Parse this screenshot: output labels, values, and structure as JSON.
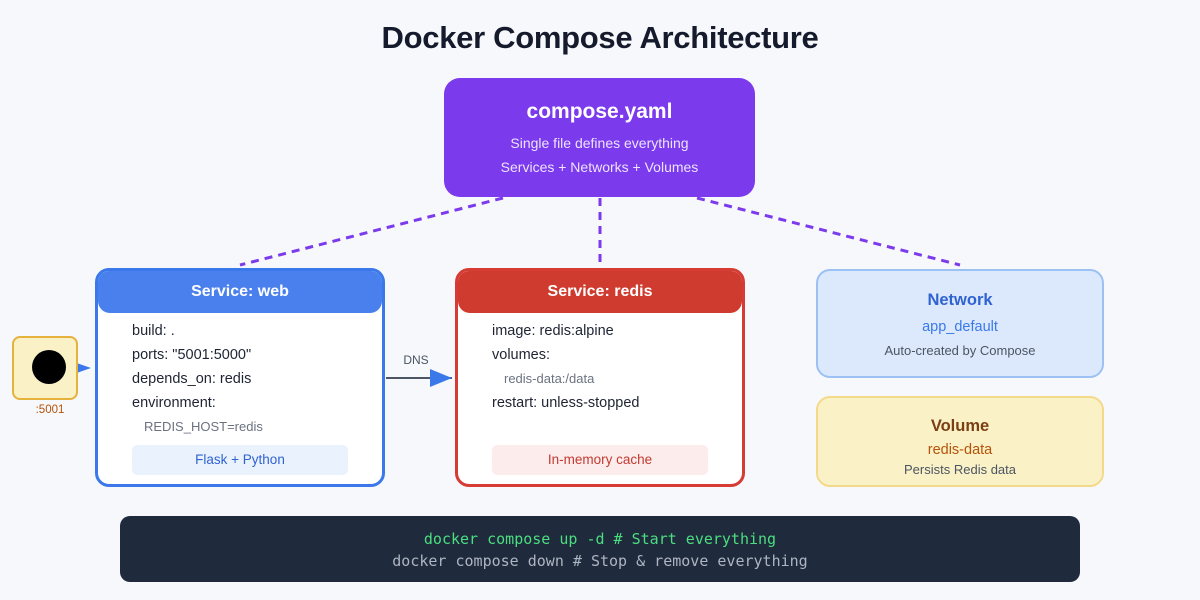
{
  "title": "Docker Compose Architecture",
  "compose": {
    "name": "compose.yaml",
    "line1": "Single file defines everything",
    "line2": "Services + Networks + Volumes"
  },
  "services": {
    "web": {
      "header": "Service: web",
      "lines": [
        "build: .",
        "ports: \"5001:5000\"",
        "depends_on: redis",
        "environment:"
      ],
      "env": "REDIS_HOST=redis",
      "tag": "Flask + Python"
    },
    "redis": {
      "header": "Service: redis",
      "lines": [
        "image: redis:alpine",
        "volumes:"
      ],
      "volume_mount": "redis-data:/data",
      "restart": "restart: unless-stopped",
      "tag": "In-memory cache"
    }
  },
  "network": {
    "header": "Network",
    "name": "app_default",
    "note": "Auto-created by Compose"
  },
  "volume": {
    "header": "Volume",
    "name": "redis-data",
    "note": "Persists Redis data"
  },
  "host_port": ":5001",
  "dns_label": "DNS",
  "terminal": {
    "line1": "docker compose up -d # Start everything",
    "line2": "docker compose down # Stop & remove everything"
  },
  "colors": {
    "compose": "#7c3aed",
    "web": "#3b78ea",
    "redis": "#d63b34",
    "network": "#dce9fc",
    "volume": "#fbf1c6",
    "terminal_bg": "#1f2a3c",
    "terminal_cmd": "#4ade80"
  }
}
